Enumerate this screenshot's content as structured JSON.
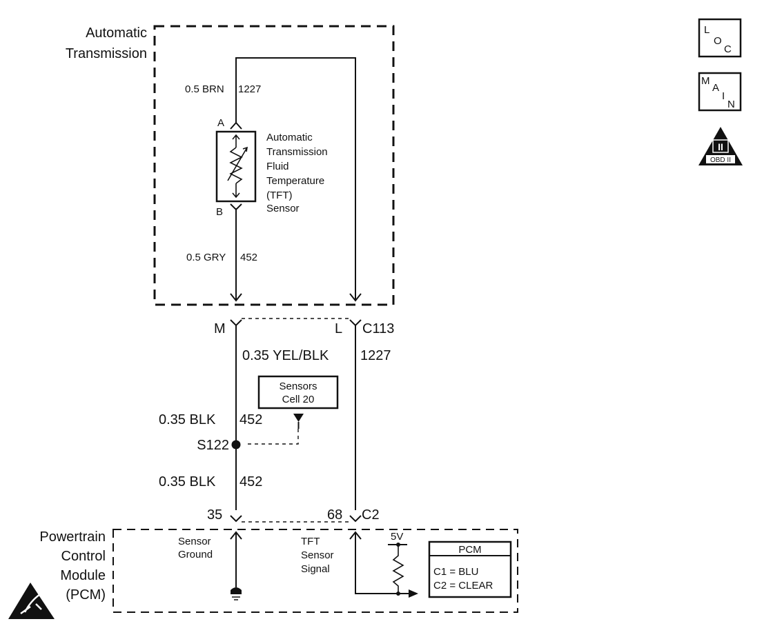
{
  "at_module": {
    "line1": "Automatic",
    "line2": "Transmission"
  },
  "upper_wire": {
    "size_color": "0.5 BRN",
    "circuit": "1227"
  },
  "tft_sensor": {
    "pin_a": "A",
    "pin_b": "B",
    "label": [
      "Automatic",
      "Transmission",
      "Fluid",
      "Temperature",
      "(TFT)",
      "Sensor"
    ]
  },
  "lower_wire": {
    "size_color": "0.5 GRY",
    "circuit": "452"
  },
  "connector_c113": {
    "pin_m": "M",
    "pin_l": "L",
    "name": "C113"
  },
  "signal_wire": {
    "size_color": "0.35 YEL/BLK",
    "circuit": "1227"
  },
  "sensors_ref": {
    "line1": "Sensors",
    "line2": "Cell 20"
  },
  "ground_wire_upper": {
    "size_color": "0.35 BLK",
    "circuit": "452"
  },
  "splice": {
    "label": "S122"
  },
  "ground_wire_lower": {
    "size_color": "0.35 BLK",
    "circuit": "452"
  },
  "connector_c2": {
    "pin_35": "35",
    "pin_68": "68",
    "name": "C2"
  },
  "pcm": {
    "line1": "Powertrain",
    "line2": "Control",
    "line3": "Module",
    "line4": "(PCM)",
    "sensor_ground": [
      "Sensor",
      "Ground"
    ],
    "tft_signal": [
      "TFT",
      "Sensor",
      "Signal"
    ],
    "reference_voltage": "5V"
  },
  "pcm_legend": {
    "title": "PCM",
    "c1": "C1 = BLU",
    "c2": "C2 = CLEAR"
  },
  "icons": {
    "loc": {
      "big": "L",
      "small": "O",
      "sub": "C"
    },
    "main": {
      "l1": "M",
      "l2": "A",
      "l3": "I",
      "l4": "N"
    },
    "obd": {
      "numeral": "II",
      "label": "OBD II"
    }
  }
}
